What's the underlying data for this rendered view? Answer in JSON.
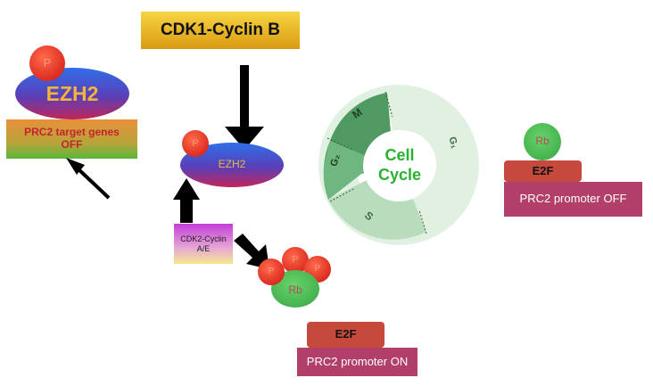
{
  "cdk1": {
    "label": "CDK1-Cyclin B"
  },
  "ezh2_left": {
    "label": "EZH2",
    "phospho": "P"
  },
  "prc2_target": {
    "label": "PRC2 target genes OFF"
  },
  "ezh2_center": {
    "label": "EZH2",
    "phospho": "P"
  },
  "cdk2": {
    "label": "CDK2-Cyclin A/E"
  },
  "rb_phospho": {
    "label": "Rb",
    "p1": "P",
    "p2": "P",
    "p3": "P"
  },
  "cell_cycle": {
    "title": "Cell Cycle",
    "phases": {
      "m": "M",
      "g2": "G₂",
      "s": "S",
      "g1": "G₁"
    }
  },
  "rb_right": {
    "label": "Rb"
  },
  "e2f_right": {
    "label": "E2F"
  },
  "promoter_off": {
    "label": "PRC2 promoter OFF"
  },
  "e2f_bottom": {
    "label": "E2F"
  },
  "promoter_on": {
    "label": "PRC2 promoter ON"
  },
  "colors": {
    "cdk1_box": "#f2c22a",
    "ezh2_top": "#2f6fe8",
    "ezh2_bottom": "#c0265a",
    "phospho": "#e8412c",
    "rb": "#4fbf59",
    "e2f": "#c64a3c",
    "promoter": "#b13f6a",
    "cycle_dark": "#4f9a63",
    "cycle_light": "#dcefdc",
    "cycle_title": "#27b32f"
  }
}
